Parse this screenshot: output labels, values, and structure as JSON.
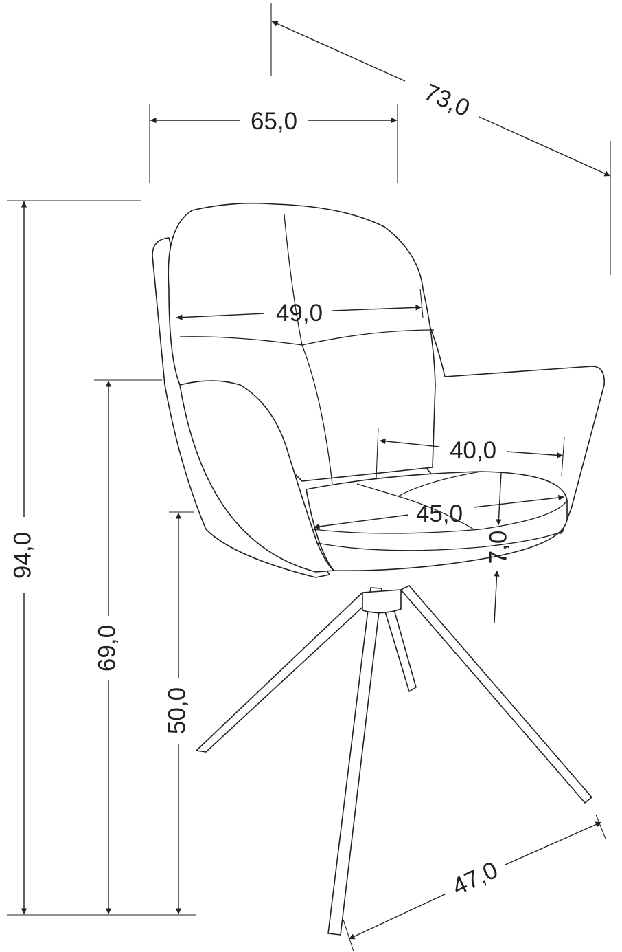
{
  "dimensions": {
    "depth_total": "73,0",
    "width_total": "65,0",
    "backrest_width": "49,0",
    "seat_depth": "40,0",
    "seat_width": "45,0",
    "seat_thickness": "7,0",
    "height_total": "94,0",
    "armrest_height": "69,0",
    "seat_height": "50,0",
    "base_width": "47,0"
  },
  "colors": {
    "line": "#231f20",
    "background": "#ffffff"
  }
}
